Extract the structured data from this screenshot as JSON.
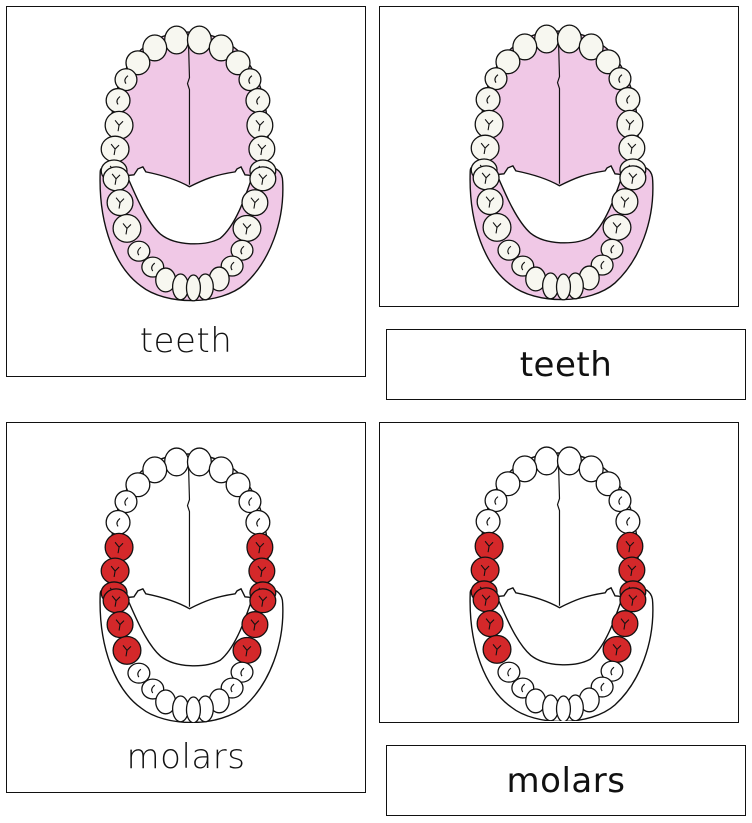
{
  "colors": {
    "tooth_fill": "#f7f7f0",
    "gum_fill": "#f0c8e6",
    "molar_highlight": "#d4282a",
    "outline": "#111111",
    "plain_fill": "#ffffff"
  },
  "cards": [
    {
      "id": "control-teeth",
      "type": "control-card",
      "caption": "teeth",
      "image": "teeth-diagram",
      "palate_color": "gum_fill",
      "molars_highlighted": false
    },
    {
      "id": "picture-teeth",
      "type": "picture-card",
      "image": "teeth-diagram",
      "palate_color": "gum_fill",
      "molars_highlighted": false
    },
    {
      "id": "label-teeth",
      "type": "label-card",
      "label": "teeth"
    },
    {
      "id": "control-molars",
      "type": "control-card",
      "caption": "molars",
      "image": "molars-diagram",
      "palate_color": "plain_fill",
      "molars_highlighted": true
    },
    {
      "id": "picture-molars",
      "type": "picture-card",
      "image": "molars-diagram",
      "palate_color": "plain_fill",
      "molars_highlighted": true
    },
    {
      "id": "label-molars",
      "type": "label-card",
      "label": "molars"
    }
  ]
}
